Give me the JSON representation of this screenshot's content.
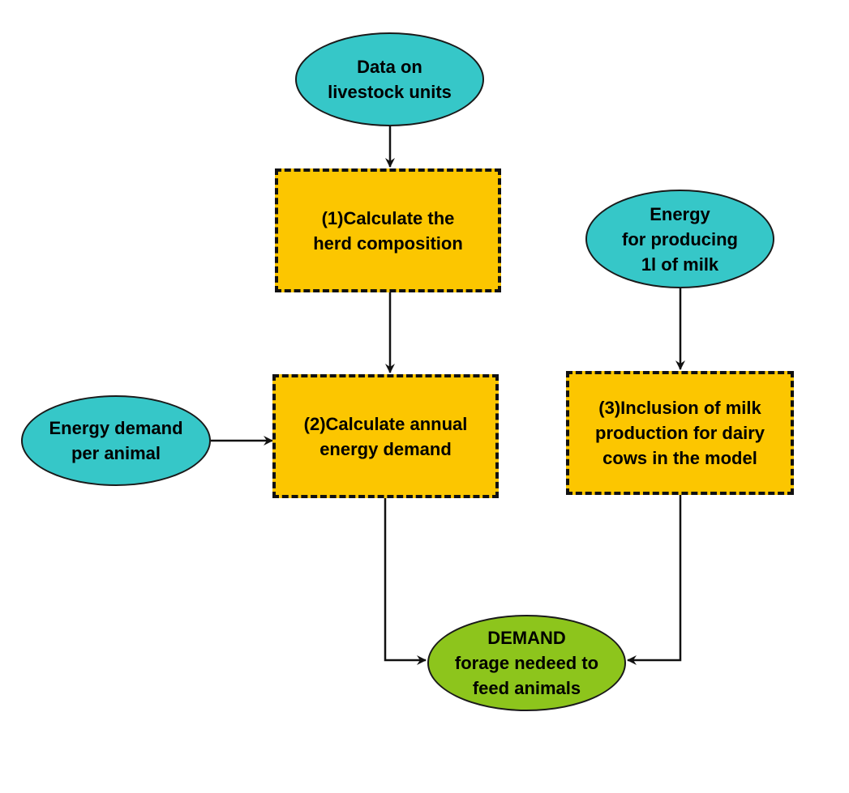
{
  "colors": {
    "input": "#36c7c8",
    "process": "#fcc600",
    "output": "#8dc51c",
    "stroke": "#111111"
  },
  "nodes": {
    "livestock_data": {
      "lines": [
        "Data on",
        "livestock units"
      ]
    },
    "herd_composition": {
      "lines": [
        "(1)Calculate the",
        "herd composition"
      ]
    },
    "energy_per_animal": {
      "lines": [
        "Energy demand",
        "per animal"
      ]
    },
    "annual_energy": {
      "lines": [
        "(2)Calculate annual",
        "energy demand"
      ]
    },
    "milk_energy": {
      "lines": [
        "Energy",
        "for producing",
        "1l of milk"
      ]
    },
    "milk_inclusion": {
      "lines": [
        "(3)Inclusion of milk",
        "production for dairy",
        "cows in the model"
      ]
    },
    "demand": {
      "lines": [
        "DEMAND",
        "forage nedeed to",
        "feed animals"
      ]
    }
  }
}
